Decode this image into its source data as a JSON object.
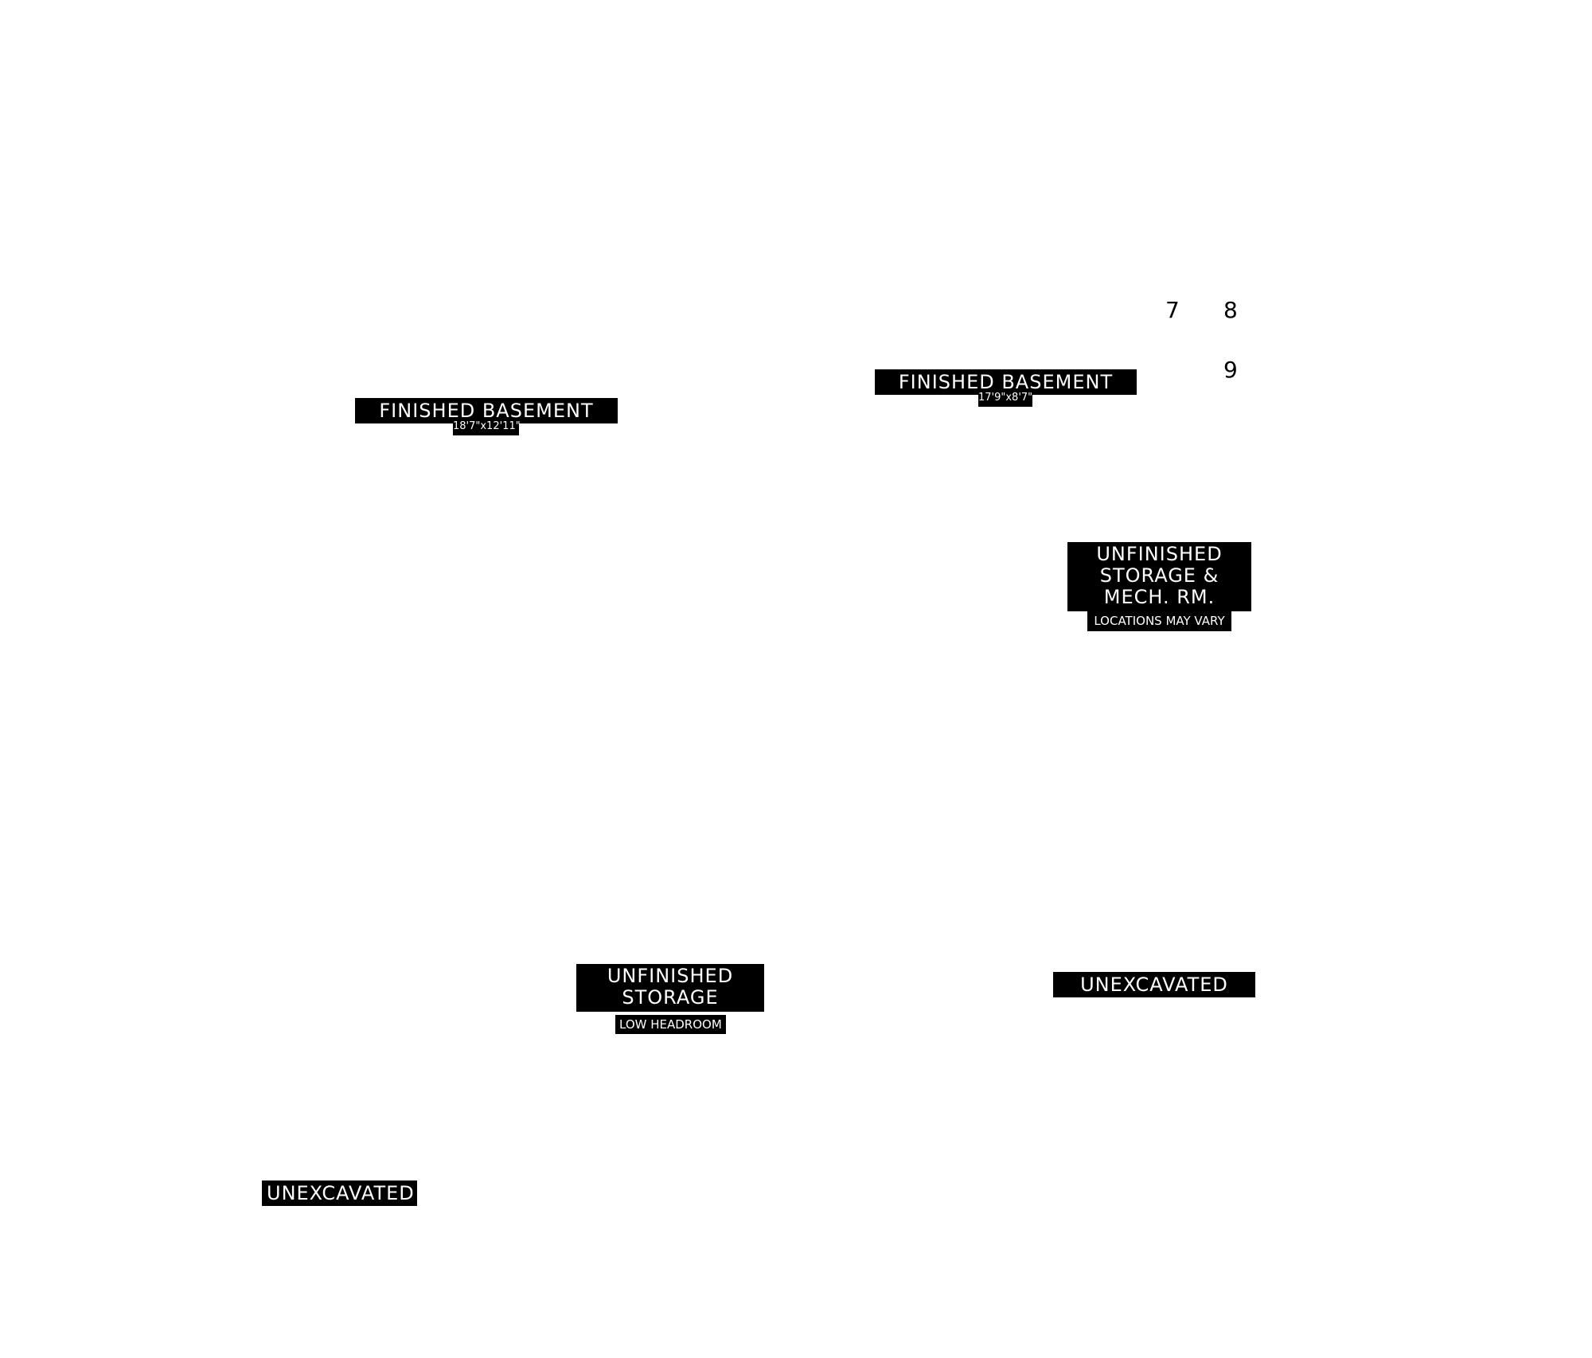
{
  "plan": {
    "rooms": [
      {
        "name": "FINISHED BASEMENT",
        "detail": "18'7\"x12'11\""
      },
      {
        "name": "FINISHED BASEMENT",
        "detail": "17'9\"x8'7\""
      },
      {
        "name_lines": [
          "UNFINISHED",
          "STORAGE &",
          "MECH. RM."
        ],
        "detail": "LOCATIONS MAY VARY"
      },
      {
        "name_lines": [
          "UNFINISHED",
          "STORAGE"
        ],
        "detail": "LOW HEADROOM"
      },
      {
        "name": "UNEXCAVATED"
      },
      {
        "name": "UNEXCAVATED"
      }
    ],
    "markers": [
      "7",
      "8",
      "9"
    ]
  }
}
